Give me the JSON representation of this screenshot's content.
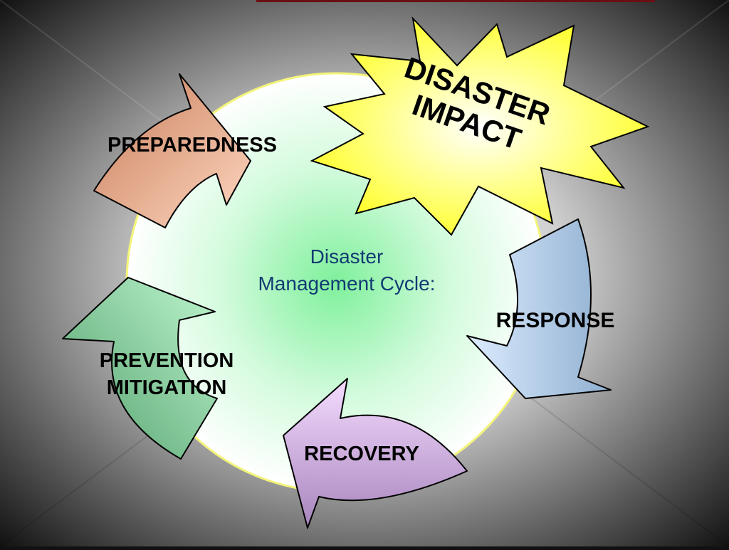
{
  "title": {
    "line1": "Disaster",
    "line2": "Management Cycle:"
  },
  "impact": {
    "line1": "DISASTER",
    "line2": "IMPACT"
  },
  "phases": {
    "preparedness": "PREPAREDNESS",
    "response": "RESPONSE",
    "recovery": "RECOVERY",
    "prevention": "PREVENTION",
    "mitigation": "MITIGATION"
  },
  "colors": {
    "preparedness_arrow": "#e6a27c",
    "response_arrow": "#aac8e8",
    "recovery_arrow": "#d7b3ea",
    "prevention_arrow": "#8fdba6",
    "starburst": "#ffff33",
    "title_text": "#123b73"
  }
}
